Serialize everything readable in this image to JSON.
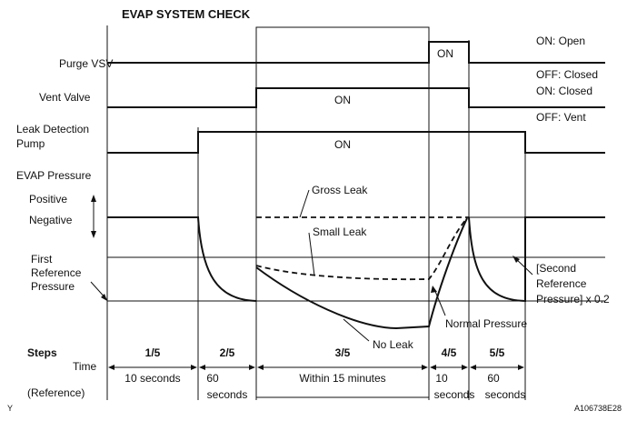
{
  "title": "EVAP SYSTEM CHECK",
  "signals": {
    "purge_vsv": "Purge VSV",
    "vent_valve": "Vent Valve",
    "leak_pump_line1": "Leak Detection",
    "leak_pump_line2": "Pump",
    "evap_pressure": "EVAP Pressure",
    "positive": "Positive",
    "negative": "Negative",
    "first_ref_line1": "First",
    "first_ref_line2": "Reference",
    "first_ref_line3": "Pressure"
  },
  "states": {
    "on": "ON",
    "on_open": "ON: Open",
    "off_closed": "OFF: Closed",
    "on_closed": "ON: Closed",
    "off_vent": "OFF: Vent"
  },
  "curves": {
    "gross_leak": "Gross Leak",
    "small_leak": "Small Leak",
    "no_leak": "No Leak",
    "normal_pressure": "Normal Pressure",
    "second_ref_line1": "[Second",
    "second_ref_line2": "Reference",
    "second_ref_line3": "Pressure] x 0.2"
  },
  "table": {
    "steps_label": "Steps",
    "time_label": "Time",
    "reference_label": "(Reference)",
    "steps": [
      "1/5",
      "2/5",
      "3/5",
      "4/5",
      "5/5"
    ],
    "time_line1": [
      "10 seconds",
      "60",
      "Within 15 minutes",
      "10",
      "60"
    ],
    "time_line2": [
      "",
      "seconds",
      "",
      "seconds",
      "seconds"
    ]
  },
  "footer": {
    "left_mark": "Y",
    "figure_code": "A106738E28"
  }
}
